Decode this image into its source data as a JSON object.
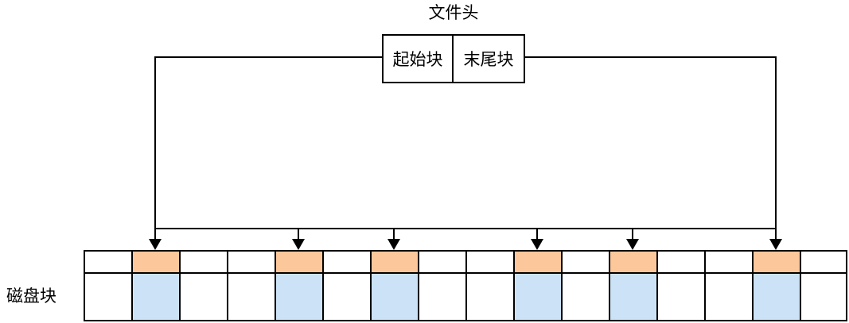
{
  "diagram": {
    "title": "文件头",
    "header_box": {
      "fields": [
        {
          "label": "起始块"
        },
        {
          "label": "末尾块"
        }
      ]
    },
    "disk": {
      "label": "磁盘块",
      "total_blocks": 16,
      "allocated_indices": [
        1,
        4,
        6,
        9,
        11,
        14
      ],
      "row_names": [
        "top-row",
        "bottom-row"
      ]
    },
    "pointers": {
      "count": 6,
      "target_indices": [
        1,
        4,
        6,
        9,
        11,
        14
      ]
    },
    "colors": {
      "allocated_top": "#FCC89B",
      "allocated_bottom": "#CCE3F7",
      "free_cell": "#FFFFFF",
      "stroke": "#000000"
    }
  }
}
